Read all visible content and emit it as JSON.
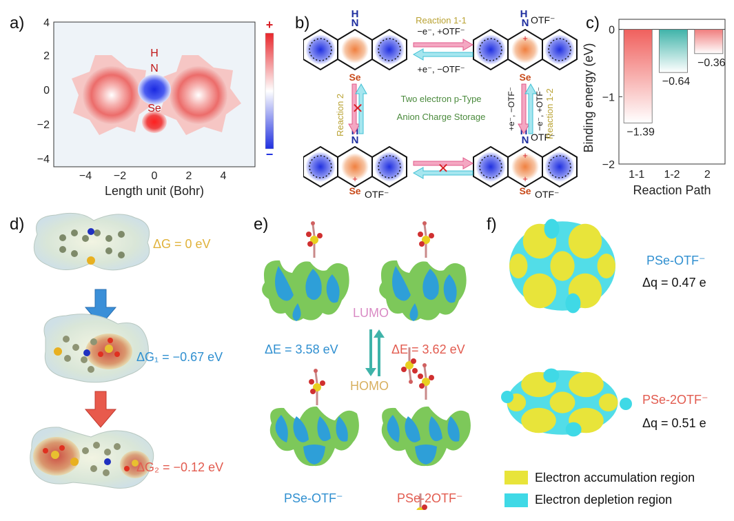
{
  "panels": {
    "a": {
      "label": "a)",
      "xlabel": "Length unit (Bohr)",
      "yticks": [
        "4",
        "2",
        "0",
        "−2",
        "−4"
      ],
      "xticks": [
        "−4",
        "−2",
        "0",
        "2",
        "4"
      ],
      "atom_H": "H",
      "atom_N": "N",
      "atom_Se": "Se",
      "cb_plus": "+",
      "cb_minus": "−",
      "colors": {
        "pos": "#e8262b",
        "neg": "#1f2fe0",
        "bg": "#eef3f8"
      }
    },
    "b": {
      "label": "b)",
      "r11": "Reaction 1-1",
      "r11_top": "−e⁻, +OTF⁻",
      "r11_bot": "+e⁻, −OTF⁻",
      "r2": "Reaction 2",
      "r12": "Reaction 1-2",
      "r12_left": "+e⁻, −OTF⁻",
      "r12_right": "−e⁻, +OTF⁻",
      "center1": "Two electron p-Type",
      "center2": "Anion Charge Storage",
      "H": "H",
      "N": "N",
      "Se": "Se",
      "otf": "OTF⁻",
      "plus": "+",
      "cross": "✕",
      "colors": {
        "pink": "#e9568a",
        "cyan": "#4fd0e0",
        "olive": "#b9a232",
        "green": "#4a8a3c"
      }
    },
    "c": {
      "label": "c)",
      "ylabel": "Binding energy (eV)",
      "xlabel": "Reaction Path",
      "yticks": [
        "0",
        "−1",
        "−2"
      ],
      "colors": {
        "r11": "#f0605d",
        "r12": "#3fb3a9",
        "r2": "#f07d7d"
      }
    },
    "d": {
      "label": "d)",
      "dg0": "ΔG = 0 eV",
      "dg1": "ΔG₁ = −0.67 eV",
      "dg2": "ΔG₂ = −0.12 eV",
      "colors": {
        "dg0": "#e0b23a",
        "dg1": "#2f8fd0",
        "dg2": "#e25b4f"
      }
    },
    "e": {
      "label": "e)",
      "lumo": "LUMO",
      "homo": "HOMO",
      "de_left": "ΔE = 3.58 eV",
      "de_right": "ΔE = 3.62 eV",
      "name_left": "PSe-OTF⁻",
      "name_right": "PSe-2OTF⁻",
      "colors": {
        "lumo": "#d98ac4",
        "homo": "#d8b060",
        "left": "#2f8fd0",
        "right": "#e25b4f"
      }
    },
    "f": {
      "label": "f)",
      "name1": "PSe-OTF⁻",
      "dq1": "Δq = 0.47 e",
      "name2": "PSe-2OTF⁻",
      "dq2": "Δq = 0.51 e",
      "legend_acc": "Electron accumulation region",
      "legend_dep": "Electron depletion region",
      "colors": {
        "acc": "#e8e43a",
        "dep": "#3fd9e6"
      }
    }
  },
  "chart_data": {
    "type": "bar",
    "categories": [
      "1-1",
      "1-2",
      "2"
    ],
    "values": [
      -1.39,
      -0.64,
      -0.36
    ],
    "value_labels": [
      "−1.39",
      "−0.64",
      "−0.36"
    ],
    "title": "",
    "xlabel": "Reaction Path",
    "ylabel": "Binding energy (eV)",
    "ylim": [
      -2.0,
      0.15
    ]
  }
}
